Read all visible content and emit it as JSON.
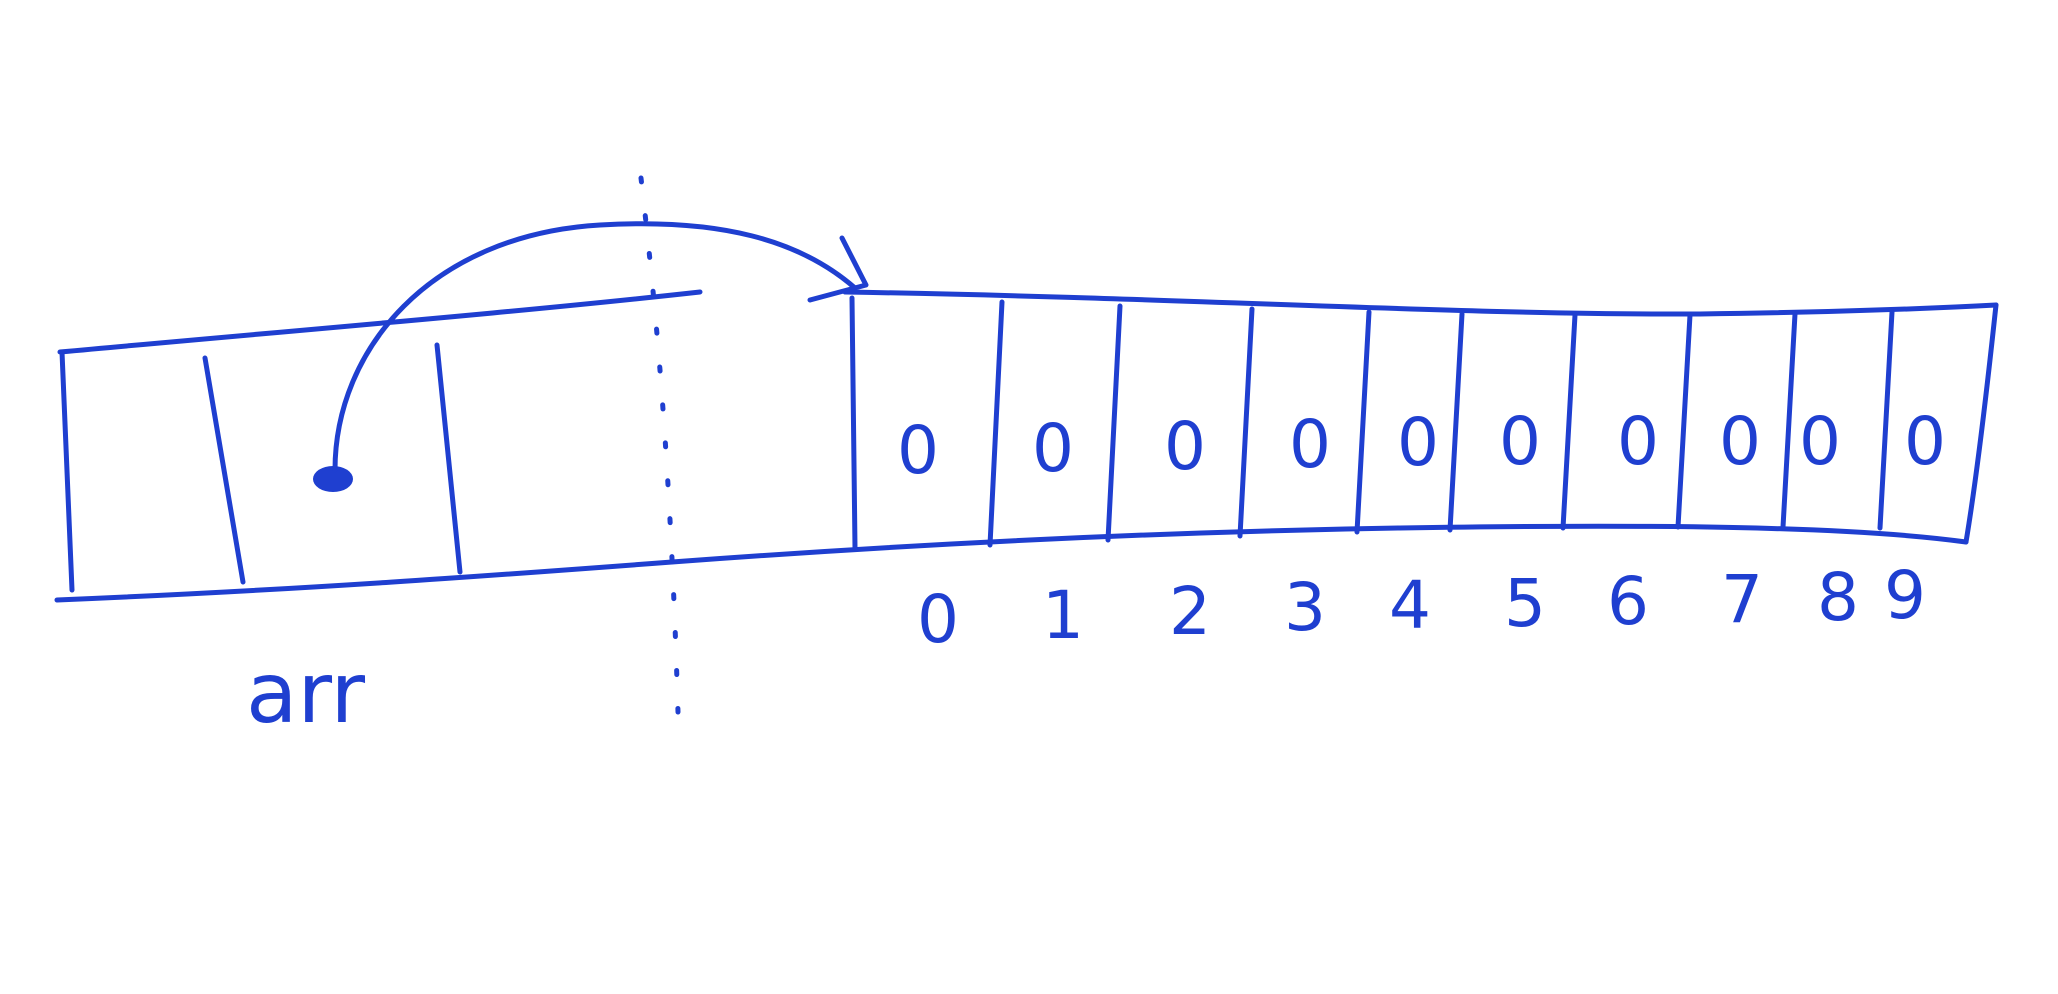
{
  "diagram": {
    "ink_color": "#1f3fd0",
    "label": "arr",
    "cell_values": [
      "0",
      "0",
      "0",
      "0",
      "0",
      "0",
      "0",
      "0",
      "0",
      "0"
    ],
    "cell_indices": [
      "0",
      "1",
      "2",
      "3",
      "4",
      "5",
      "6",
      "7",
      "8",
      "9"
    ]
  }
}
